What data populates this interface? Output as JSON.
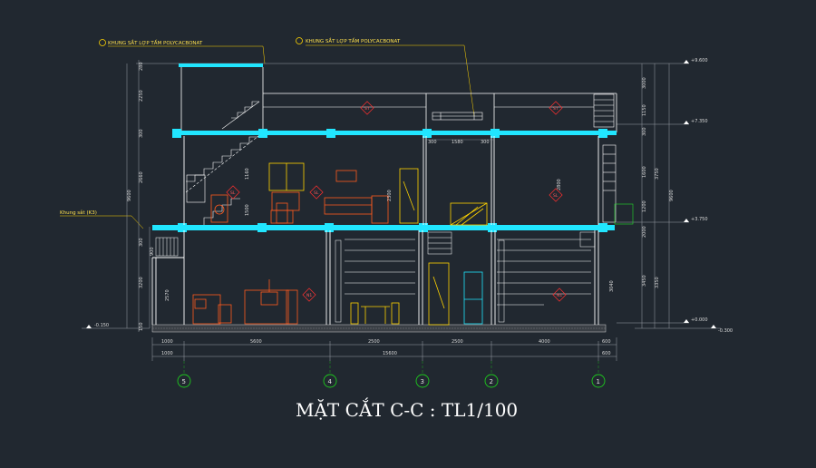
{
  "title": "MẶT CẮT C-C : TL1/100",
  "notes": {
    "roof_left": "KHUNG SẮT LỢP TẤM POLYCACBONAT",
    "roof_right": "KHUNG SẮT LỢP TẤM POLYCACBONAT",
    "frame": "Khung sắt (K3)"
  },
  "levels": {
    "top": "+9.600",
    "roof": "+7.350",
    "floor2": "+3.750",
    "ground": "+0.000",
    "left_low": "-0.150",
    "right_low": "-0.300"
  },
  "room_tags": {
    "st_left": "ST",
    "st_right": "ST",
    "sl_a": "SL",
    "sl_b": "SL",
    "sl_c": "SL",
    "n1_a": "N1",
    "n1_b": "N1"
  },
  "bottom_dims": {
    "row1": [
      "1000",
      "5600",
      "2500",
      "2500",
      "4000",
      "600"
    ],
    "total": "15600",
    "row3_left": "1000",
    "row3_right": "600"
  },
  "left_dims": [
    "280",
    "2250",
    "300",
    "2660",
    "300",
    "3200",
    "150"
  ],
  "left_total": "9600",
  "left_inner": [
    "900",
    "2570"
  ],
  "right_dims": [
    "3000",
    "1150",
    "300",
    "1600",
    "1200",
    "2000",
    "3450"
  ],
  "right_total": "9600",
  "right_sub": [
    "3750",
    "3350"
  ],
  "inner_dims": {
    "d1580": "1580",
    "d300a": "300",
    "d300b": "300",
    "d2300": "2300",
    "d2800": "2800",
    "d1160": "1160",
    "d1500": "1500",
    "d3040": "3040"
  },
  "axes": [
    "5",
    "4",
    "3",
    "2",
    "1"
  ],
  "colors": {
    "background": "#212830",
    "slab": "#21e6ff",
    "wall": "#ffffff",
    "furniture": "#ff5a1f",
    "yellow": "#ffd400",
    "axis": "#1ec81e",
    "tag": "#ff3030"
  }
}
